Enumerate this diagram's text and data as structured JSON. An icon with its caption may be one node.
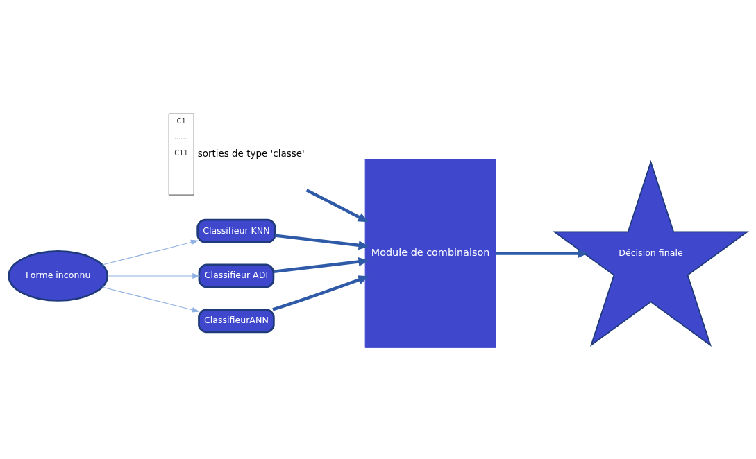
{
  "diagram": {
    "nodes": [
      {
        "text": [
          "Forme inconnu"
        ]
      },
      {
        "text": [
          "Classifieur KNN"
        ]
      },
      {
        "text": [
          "Classifieur ADI"
        ]
      },
      {
        "text": [
          "ClassifieurANN"
        ]
      },
      {
        "text": [
          "C1",
          "......",
          "C11"
        ],
        "beside": [
          "sorties de type 'classe'"
        ]
      },
      {
        "text": [
          "Module de combinaison"
        ]
      },
      {
        "text": [
          "Décision finale"
        ]
      }
    ],
    "edges": [
      {
        "from": 0,
        "to": 1,
        "arrow": "to",
        "color": "#8fb0e0"
      },
      {
        "from": 0,
        "to": 2,
        "arrow": "to",
        "color": "#8fb0e0"
      },
      {
        "from": 0,
        "to": 3,
        "arrow": "to",
        "color": "#8fb0e0"
      },
      {
        "from": 1,
        "to": 5,
        "arrow": "to"
      },
      {
        "from": 2,
        "to": 5,
        "arrow": "to"
      },
      {
        "from": 3,
        "to": 5,
        "arrow": "to"
      },
      {
        "from": 4,
        "to": 5,
        "arrow": "to"
      },
      {
        "from": 5,
        "to": 6,
        "arrow": "to"
      }
    ]
  }
}
